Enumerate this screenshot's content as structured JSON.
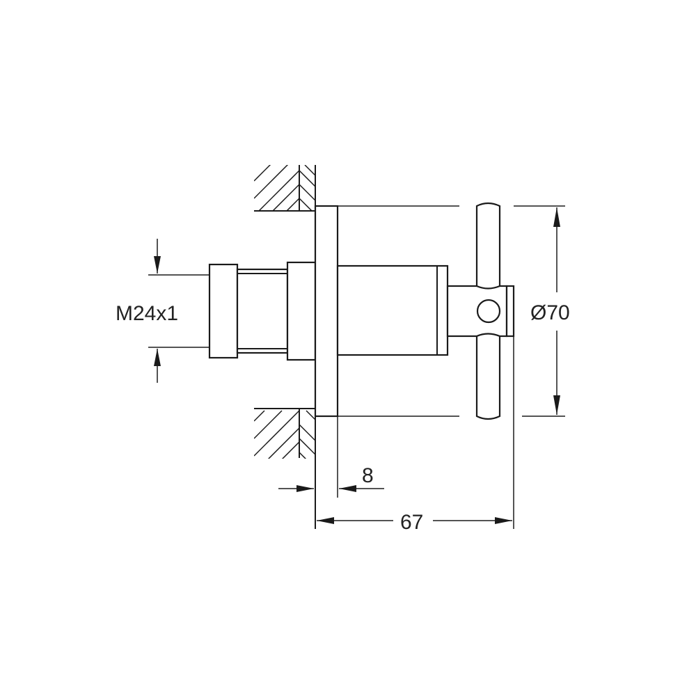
{
  "drawing": {
    "type": "technical dimension drawing",
    "subject": "wall-mounted valve with cross handle",
    "dimensions": {
      "thread": "M24x1",
      "thread_parts": [
        "M",
        "24",
        "x",
        "1"
      ],
      "handle_diameter": "Ø70",
      "rosette_thickness": "8",
      "projection_from_wall": "67"
    },
    "colors": {
      "line": "#1a1a1a",
      "background": "#ffffff"
    }
  }
}
